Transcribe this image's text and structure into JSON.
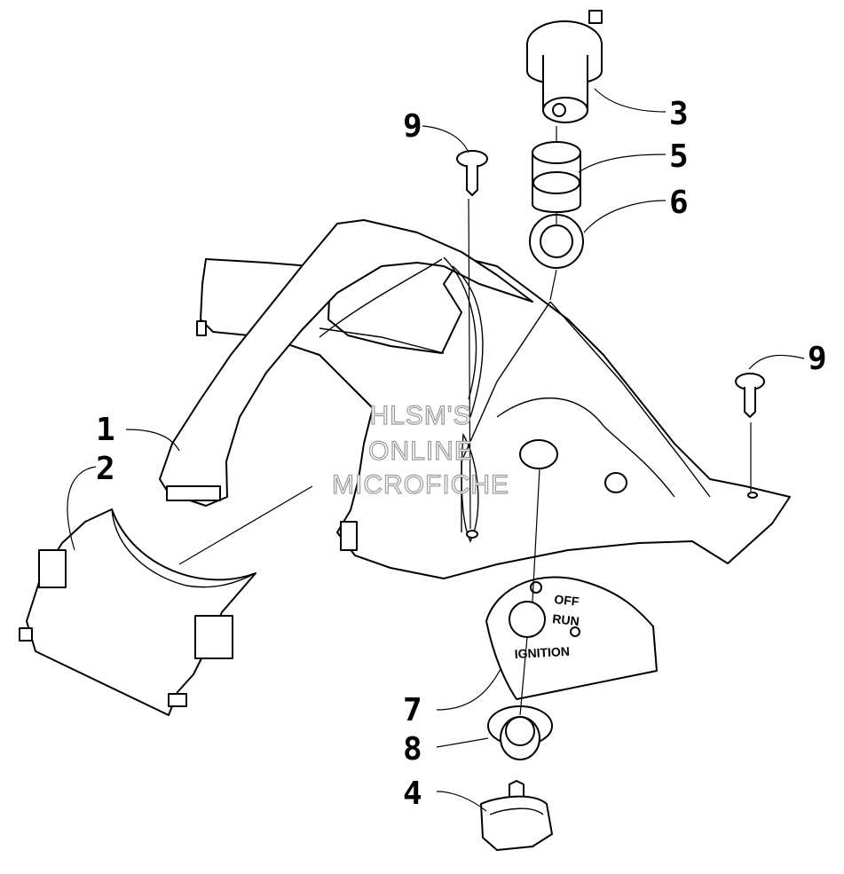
{
  "callouts": {
    "c1": "1",
    "c2": "2",
    "c3": "3",
    "c4": "4",
    "c5": "5",
    "c6": "6",
    "c7": "7",
    "c8": "8",
    "c9_left": "9",
    "c9_right": "9"
  },
  "ignition_plate": {
    "off": "OFF",
    "run": "RUN",
    "ignition": "IGNITION"
  },
  "watermark": {
    "line1": "HLSM'S",
    "line2": "ONLINE",
    "line3": "MICROFICHE"
  },
  "colors": {
    "line": "#000000",
    "background": "#ffffff",
    "watermark_outline": "#9a9a9a"
  }
}
